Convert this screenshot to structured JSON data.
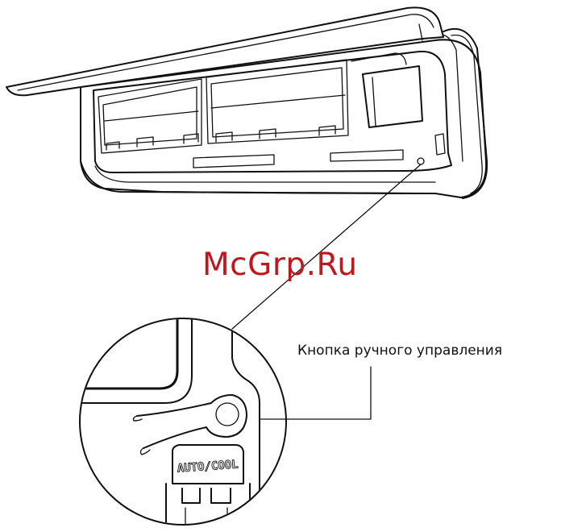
{
  "watermark": {
    "text": "McGrp.Ru",
    "color": "#c0171c"
  },
  "callout": {
    "label": "Кнопка ручного управления"
  },
  "button": {
    "label": "AUTO/COOL"
  }
}
